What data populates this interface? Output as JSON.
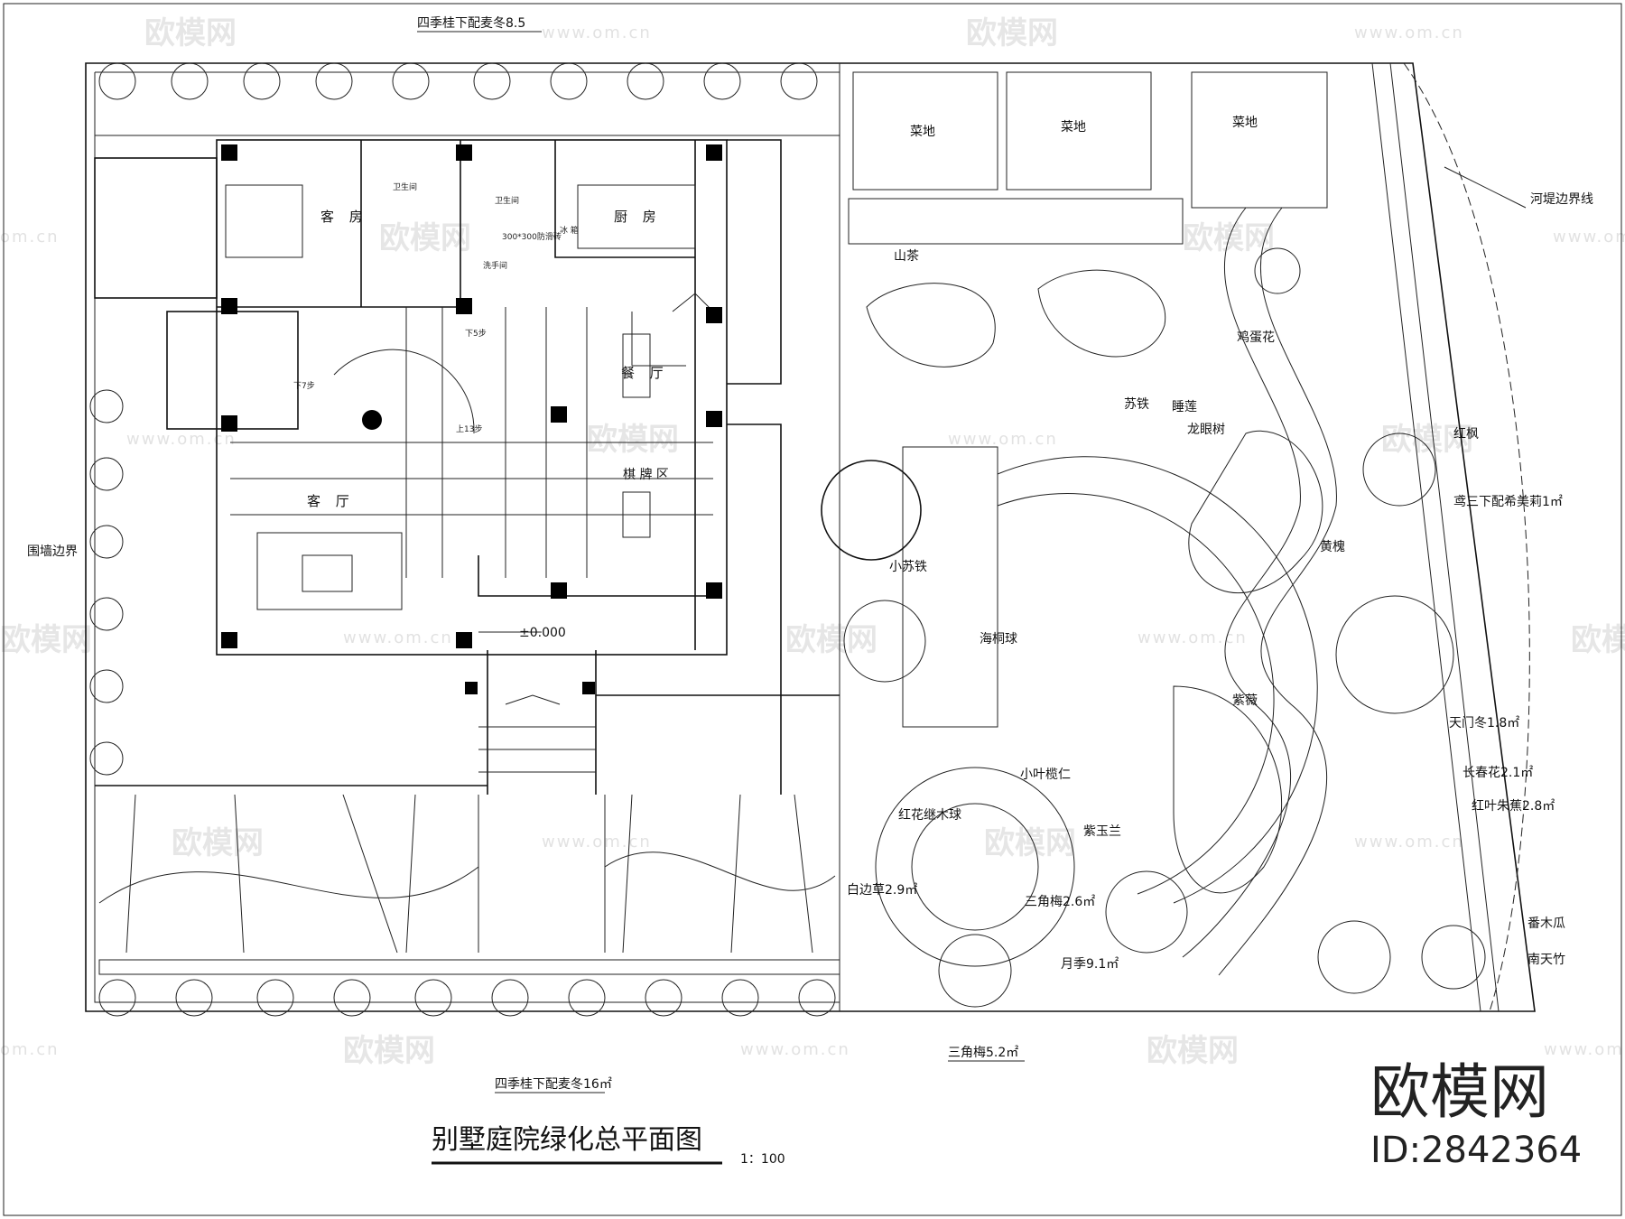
{
  "drawing": {
    "title": "别墅庭院绿化总平面图",
    "scale": "1：100",
    "elevation": "±0.000"
  },
  "brand": {
    "name": "欧模网",
    "id": "ID:2842364"
  },
  "watermark": {
    "logo": "欧模网",
    "url": "www.om.cn",
    "url_short": "om.cn"
  },
  "rooms": {
    "guest_room": "客 房",
    "bathroom1": "卫生间",
    "bathroom2": "卫生间",
    "kitchen": "厨   房",
    "fridge": "冰 箱",
    "washroom": "洗手间",
    "dining": "餐 厅",
    "chess": "棋 牌 区",
    "living": "客 厅",
    "down5": "下5步",
    "down7": "下7步",
    "up13": "上13步",
    "tile_note": "300*300防滑砖"
  },
  "plant_labels": {
    "top_hedge": "四季桂下配麦冬8.5",
    "bottom_hedge": "四季桂下配麦冬16㎡",
    "wall": "围墙边界",
    "river": "河堤边界线",
    "veg1": "菜地",
    "veg2": "菜地",
    "veg3": "菜地",
    "camellia": "山茶",
    "frangipani": "鸡蛋花",
    "cycas": "苏铁",
    "lotus": "睡莲",
    "longan": "龙眼树",
    "maple": "红枫",
    "iris": "鸢三下配希美莉1㎡",
    "cassia": "黄槐",
    "small_cycas": "小苏铁",
    "pittosporum": "海桐球",
    "crape": "紫薇",
    "terminalia": "小叶榄仁",
    "loropetalum": "红花继木球",
    "ophiopogon": "白边草2.9㎡",
    "bougainvillea1": "三角梅2.6㎡",
    "magnolia": "紫玉兰",
    "asparagus": "天门冬1.8㎡",
    "periwinkle": "长春花2.1㎡",
    "cordyline": "红叶朱蕉2.8㎡",
    "papaya": "番木瓜",
    "nandina": "南天竹",
    "rose": "月季9.1㎡",
    "bougainvillea2": "三角梅5.2㎡"
  }
}
